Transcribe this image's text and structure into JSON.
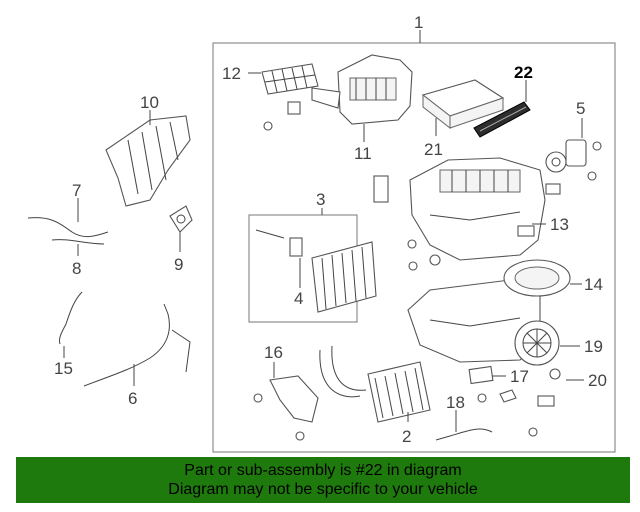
{
  "diagram": {
    "callouts": {
      "c1": "1",
      "c2": "2",
      "c3": "3",
      "c4": "4",
      "c5": "5",
      "c6": "6",
      "c7": "7",
      "c8": "8",
      "c9": "9",
      "c10": "10",
      "c11": "11",
      "c12": "12",
      "c13": "13",
      "c14": "14",
      "c15": "15",
      "c16": "16",
      "c17": "17",
      "c18": "18",
      "c19": "19",
      "c20": "20",
      "c21": "21",
      "c22": "22"
    },
    "highlighted_part": "22"
  },
  "banner": {
    "line1": "Part or sub-assembly is #22 in diagram",
    "line2": "Diagram may not be specific to your vehicle",
    "color": "#1f7a0d"
  }
}
